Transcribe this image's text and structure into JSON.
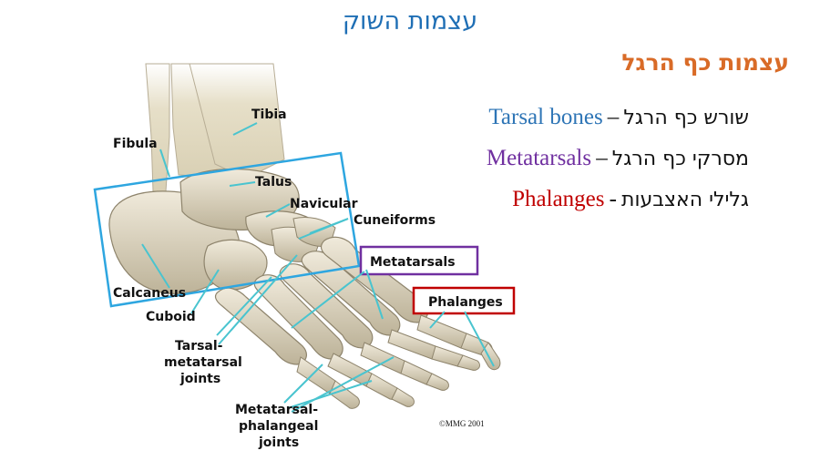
{
  "slide": {
    "title": "עצמות השוק",
    "subtitle": "עצמות כף הרגל"
  },
  "terms": [
    {
      "hebrew": "שורש כף הרגל",
      "separator": "–",
      "english": "Tarsal bones",
      "color": "#2e75b6"
    },
    {
      "hebrew": "מסרקי כף הרגל",
      "separator": "–",
      "english": "Metatarsals",
      "color": "#7030a0"
    },
    {
      "hebrew": "גלילי האצבעות",
      "separator": "-",
      "english": "Phalanges",
      "color": "#c00000"
    }
  ],
  "diagram": {
    "labels": {
      "tibia": "Tibia",
      "fibula": "Fibula",
      "talus": "Talus",
      "navicular": "Navicular",
      "cuneiforms": "Cuneiforms",
      "metatarsals": "Metatarsals",
      "phalanges": "Phalanges",
      "calcaneus": "Calcaneus",
      "cuboid": "Cuboid",
      "tarsal_metatarsal_joints": [
        "Tarsal-",
        "metatarsal",
        "joints"
      ],
      "metatarsal_phalangeal_joints": [
        "Metatarsal-",
        "phalangeal",
        "joints"
      ],
      "copyright": "©MMG 2001"
    },
    "colors": {
      "tarsal_box": "#2ea6e0",
      "metatarsal_box": "#7030a0",
      "phalanges_box": "#c00000",
      "pointer": "#49c4cf",
      "bone": "#e4dcc3",
      "bone_shadow": "#a89e86"
    }
  }
}
